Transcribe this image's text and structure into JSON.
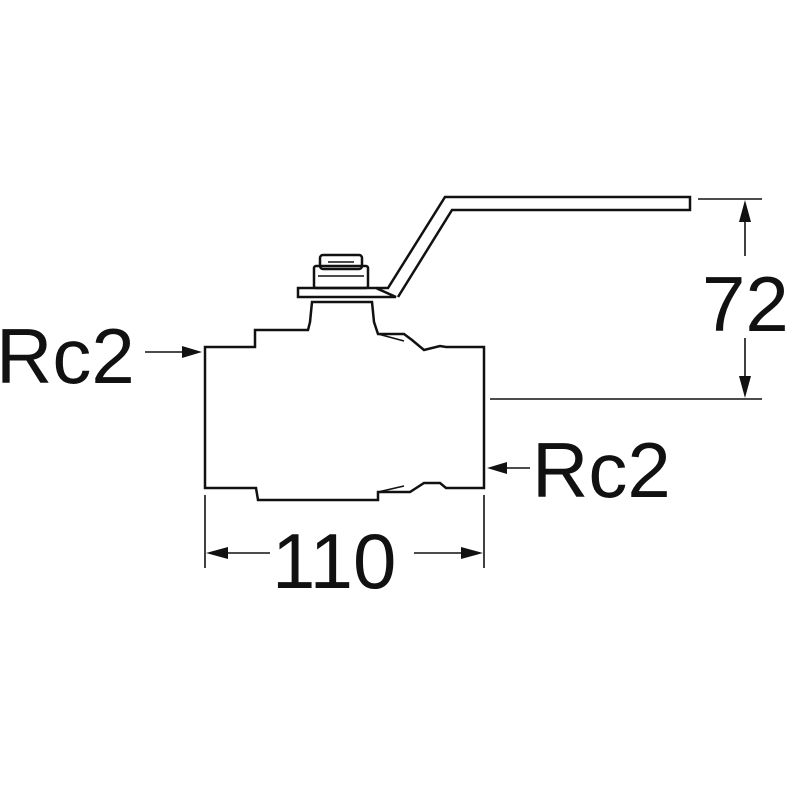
{
  "labels": {
    "inlet_thread": "Rc2",
    "outlet_thread": "Rc2",
    "body_length": "110",
    "handle_height": "72"
  },
  "colors": {
    "line": "#111111",
    "background": "#ffffff"
  }
}
